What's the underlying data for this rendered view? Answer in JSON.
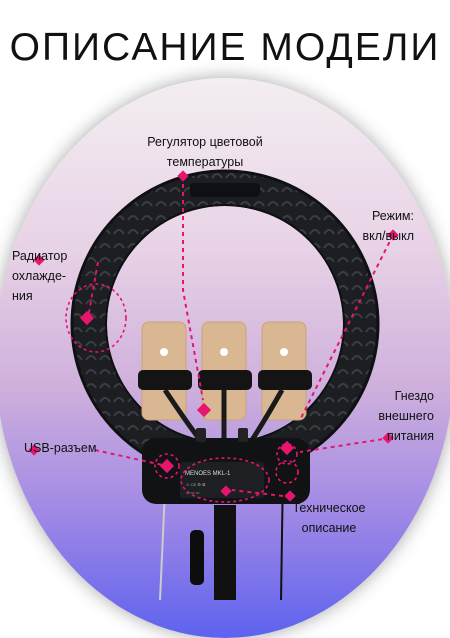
{
  "title": "ОПИСАНИЕ МОДЕЛИ",
  "accent_color": "#e6156e",
  "device_label": "MENOES MKL-1",
  "callouts": {
    "temperature": [
      "Регулятор цветовой",
      "температуры"
    ],
    "mode": [
      "Режим:",
      "вкл/выкл"
    ],
    "radiator": [
      "Радиатор",
      "охлажде-",
      "ния"
    ],
    "power_socket": [
      "Гнездо",
      "внешнего",
      "питания"
    ],
    "usb": "USB-разъем",
    "technical": [
      "Техническое",
      "описание"
    ]
  }
}
